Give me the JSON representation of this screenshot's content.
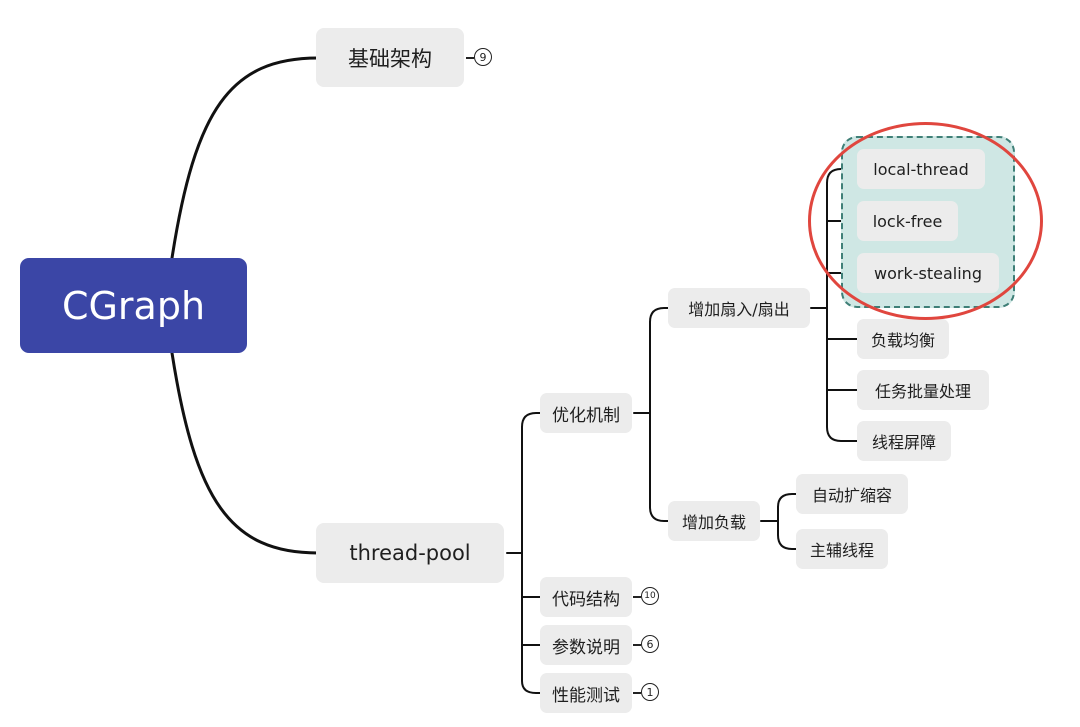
{
  "root": {
    "label": "CGraph"
  },
  "branches": {
    "basic": {
      "label": "基础架构",
      "count": "9"
    },
    "threadpool": {
      "label": "thread-pool",
      "optimize": {
        "label": "优化机制",
        "fan": {
          "label": "增加扇入/扇出",
          "items": [
            "local-thread",
            "lock-free",
            "work-stealing",
            "负载均衡",
            "任务批量处理",
            "线程屏障"
          ]
        },
        "load": {
          "label": "增加负载",
          "items": [
            "自动扩缩容",
            "主辅线程"
          ]
        }
      },
      "code": {
        "label": "代码结构",
        "count": "10"
      },
      "params": {
        "label": "参数说明",
        "count": "6"
      },
      "perf": {
        "label": "性能测试",
        "count": "1"
      }
    }
  },
  "colors": {
    "root_bg": "#3b46a6",
    "node_bg": "#ececec",
    "highlight_fill": "#cfe7e4",
    "highlight_border": "#3f7f77",
    "circle": "#e0463e"
  }
}
